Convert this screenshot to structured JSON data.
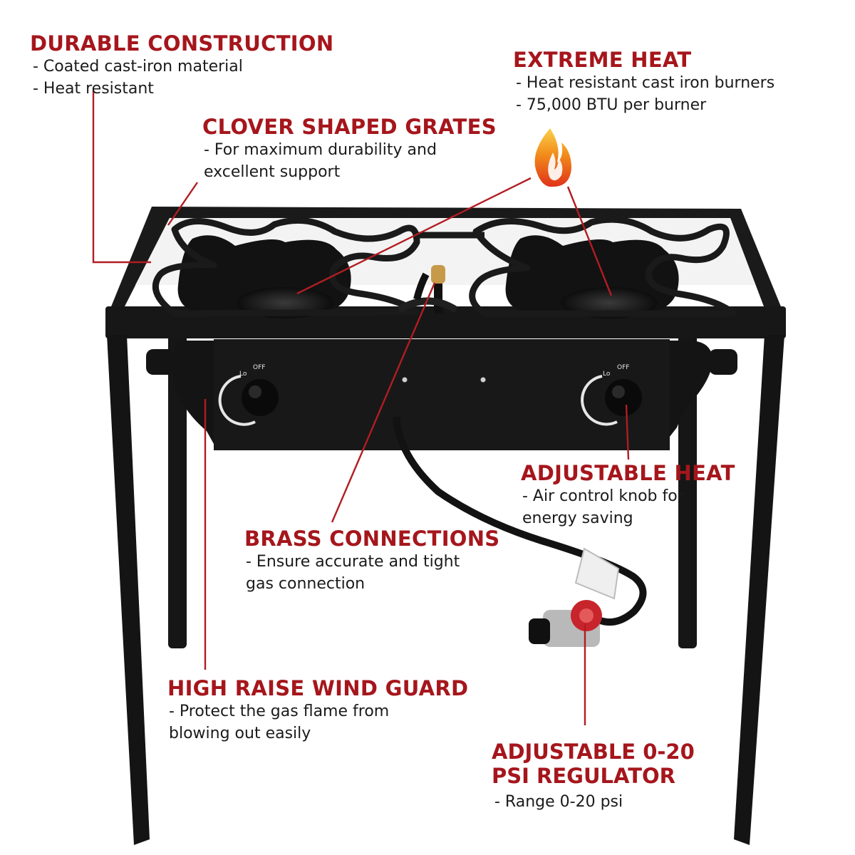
{
  "callouts": {
    "durable": {
      "title": "DURABLE CONSTRUCTION",
      "lines": [
        "- Coated cast-iron material",
        "- Heat resistant"
      ]
    },
    "extreme": {
      "title": "EXTREME HEAT",
      "lines": [
        "- Heat resistant cast iron burners",
        "- 75,000 BTU per burner"
      ]
    },
    "clover": {
      "title": "CLOVER SHAPED GRATES",
      "lines": [
        "- For maximum durability and",
        "excellent support"
      ]
    },
    "adjustable_heat": {
      "title": "ADJUSTABLE HEAT",
      "lines": [
        "- Air control knob for",
        "energy saving"
      ]
    },
    "brass": {
      "title": "BRASS CONNECTIONS",
      "lines": [
        "- Ensure accurate and tight",
        "gas connection"
      ]
    },
    "wind_guard": {
      "title": "HIGH RAISE WIND GUARD",
      "lines": [
        "- Protect the gas flame from",
        "blowing out easily"
      ]
    },
    "regulator": {
      "title_lines": [
        "ADJUSTABLE 0-20",
        "PSI REGULATOR"
      ],
      "lines": [
        "- Range 0-20 psi"
      ]
    }
  },
  "knob_labels": {
    "left": {
      "lo": "Lo",
      "off": "OFF"
    },
    "right": {
      "lo": "Lo",
      "off": "OFF"
    }
  },
  "colors": {
    "accent": "#a5161c",
    "stove": "#151515",
    "text": "#1b1b1b",
    "background": "#ffffff"
  },
  "icons": [
    "flame-icon"
  ]
}
